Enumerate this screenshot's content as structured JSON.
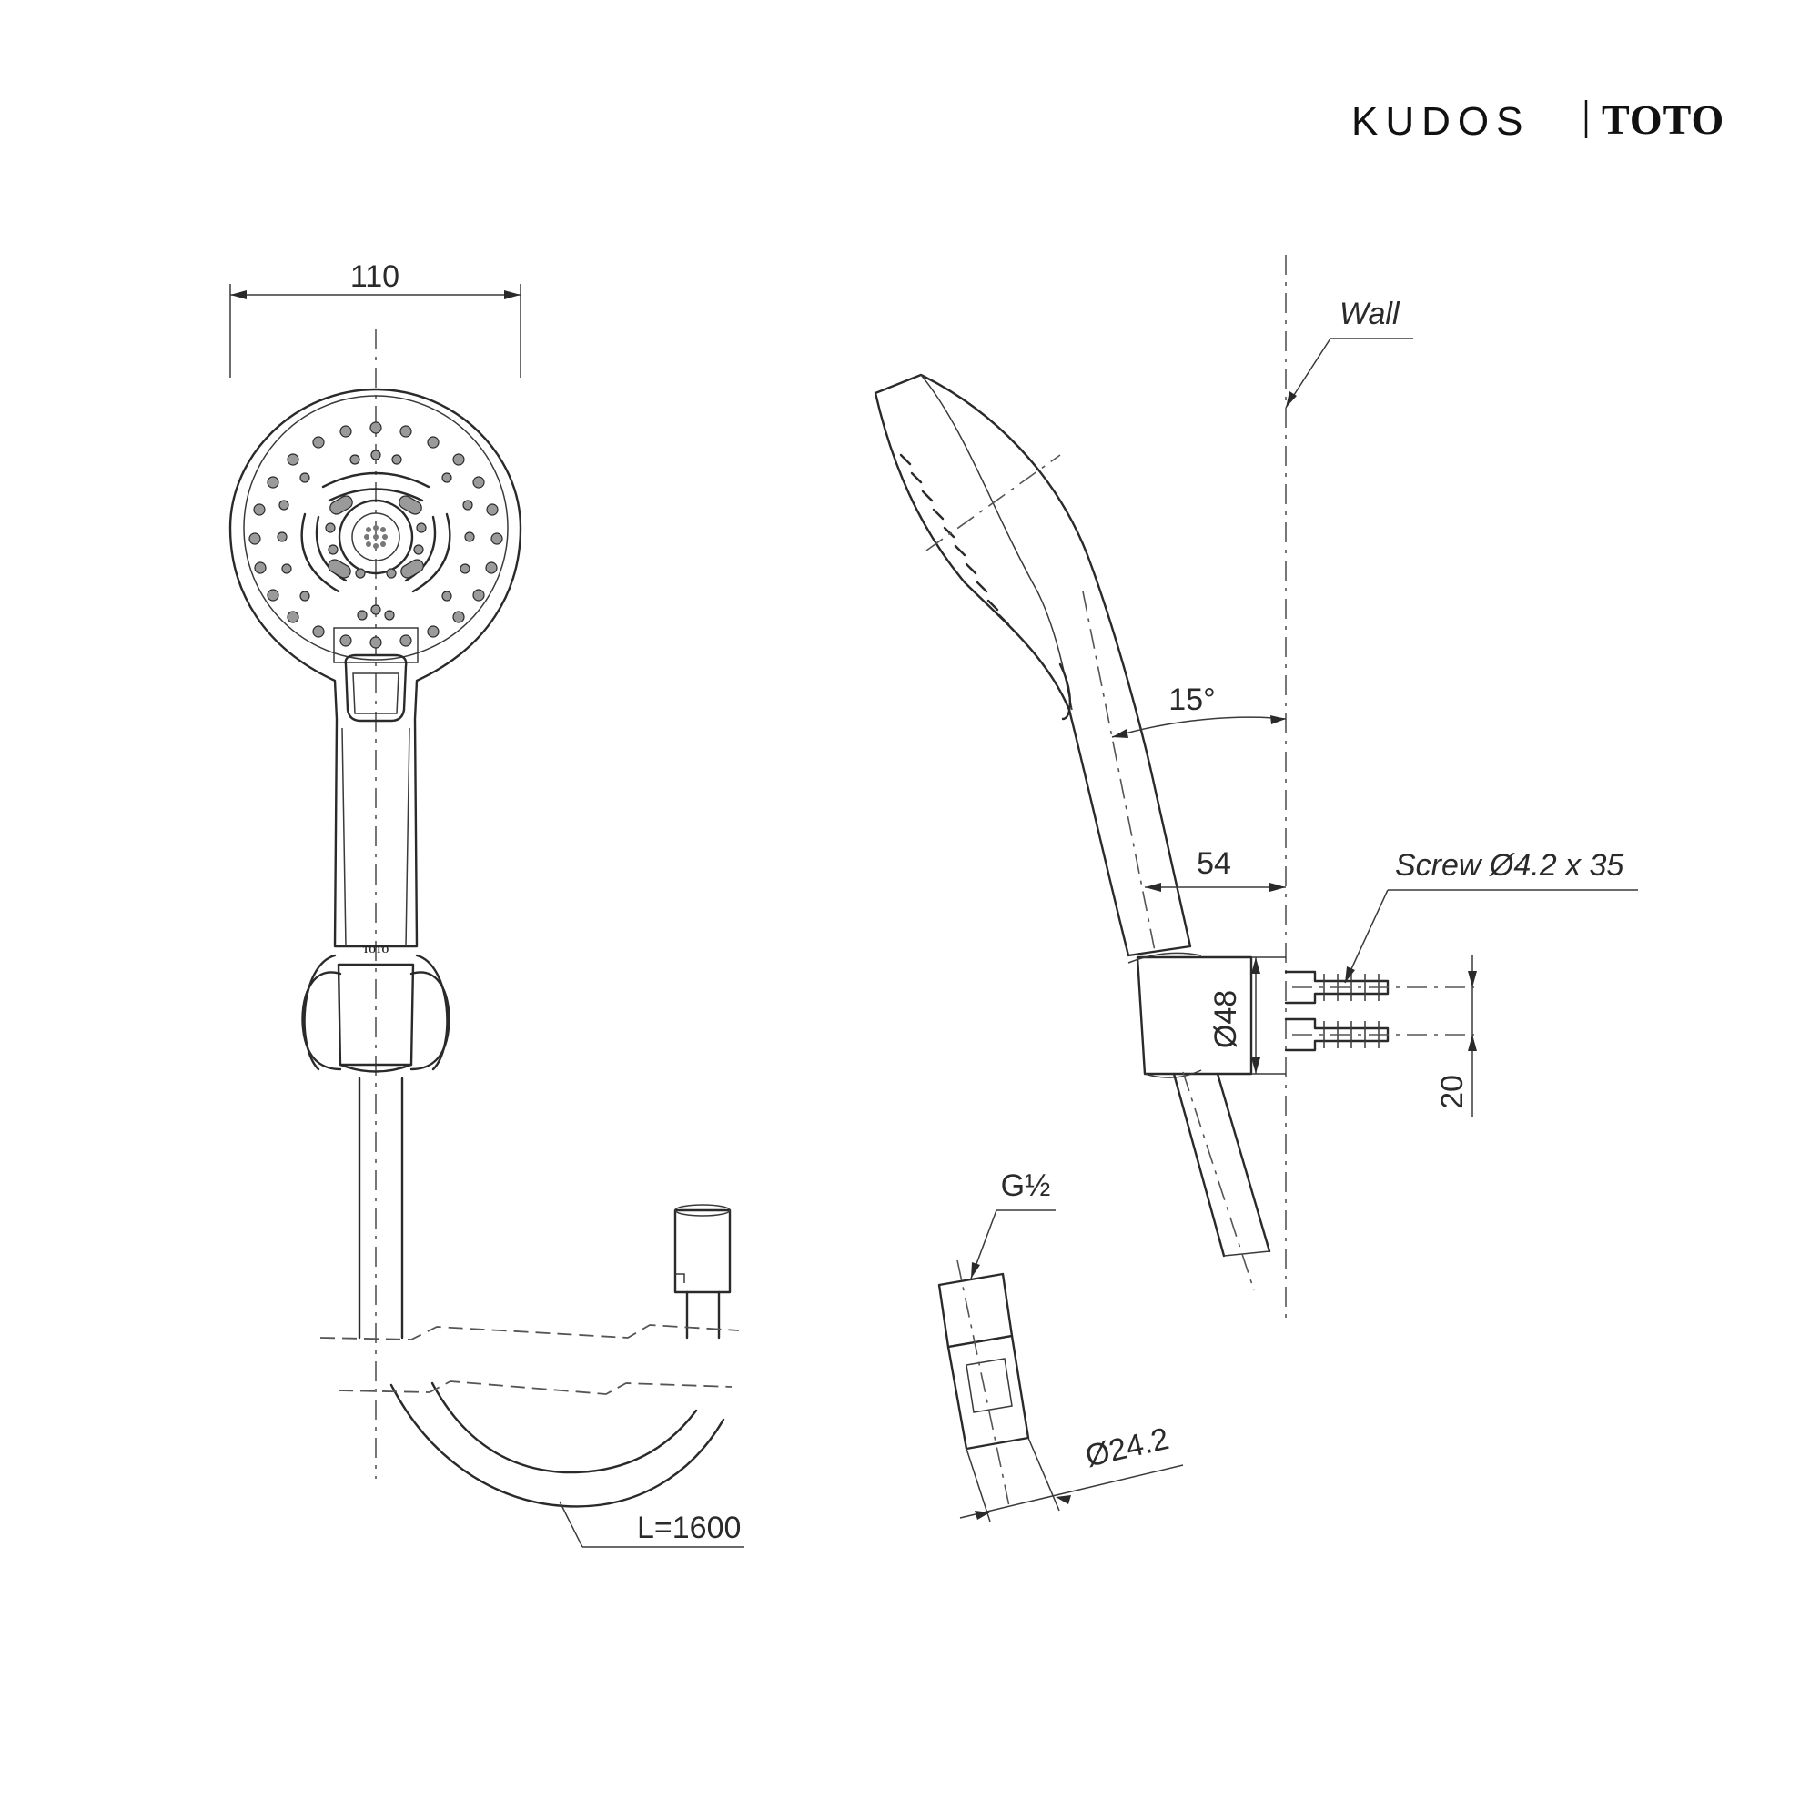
{
  "brand": {
    "primary": "KUDOS",
    "secondary": "TOTO"
  },
  "front_view": {
    "width_label": "110",
    "handle_logo": "TOTO",
    "hose_length_label": "L=1600"
  },
  "side_view": {
    "wall_label": "Wall",
    "angle_label": "15°",
    "depth_label": "54",
    "screw_label": "Screw Ø4.2 x 35",
    "bracket_diameter_label": "Ø48",
    "screw_spacing_label": "20"
  },
  "connector": {
    "thread_label": "G½",
    "diameter_label": "Ø24.2"
  },
  "colors": {
    "line": "#2a2a2a",
    "nozzle_fill": "#9a9a9a",
    "background": "#ffffff"
  }
}
